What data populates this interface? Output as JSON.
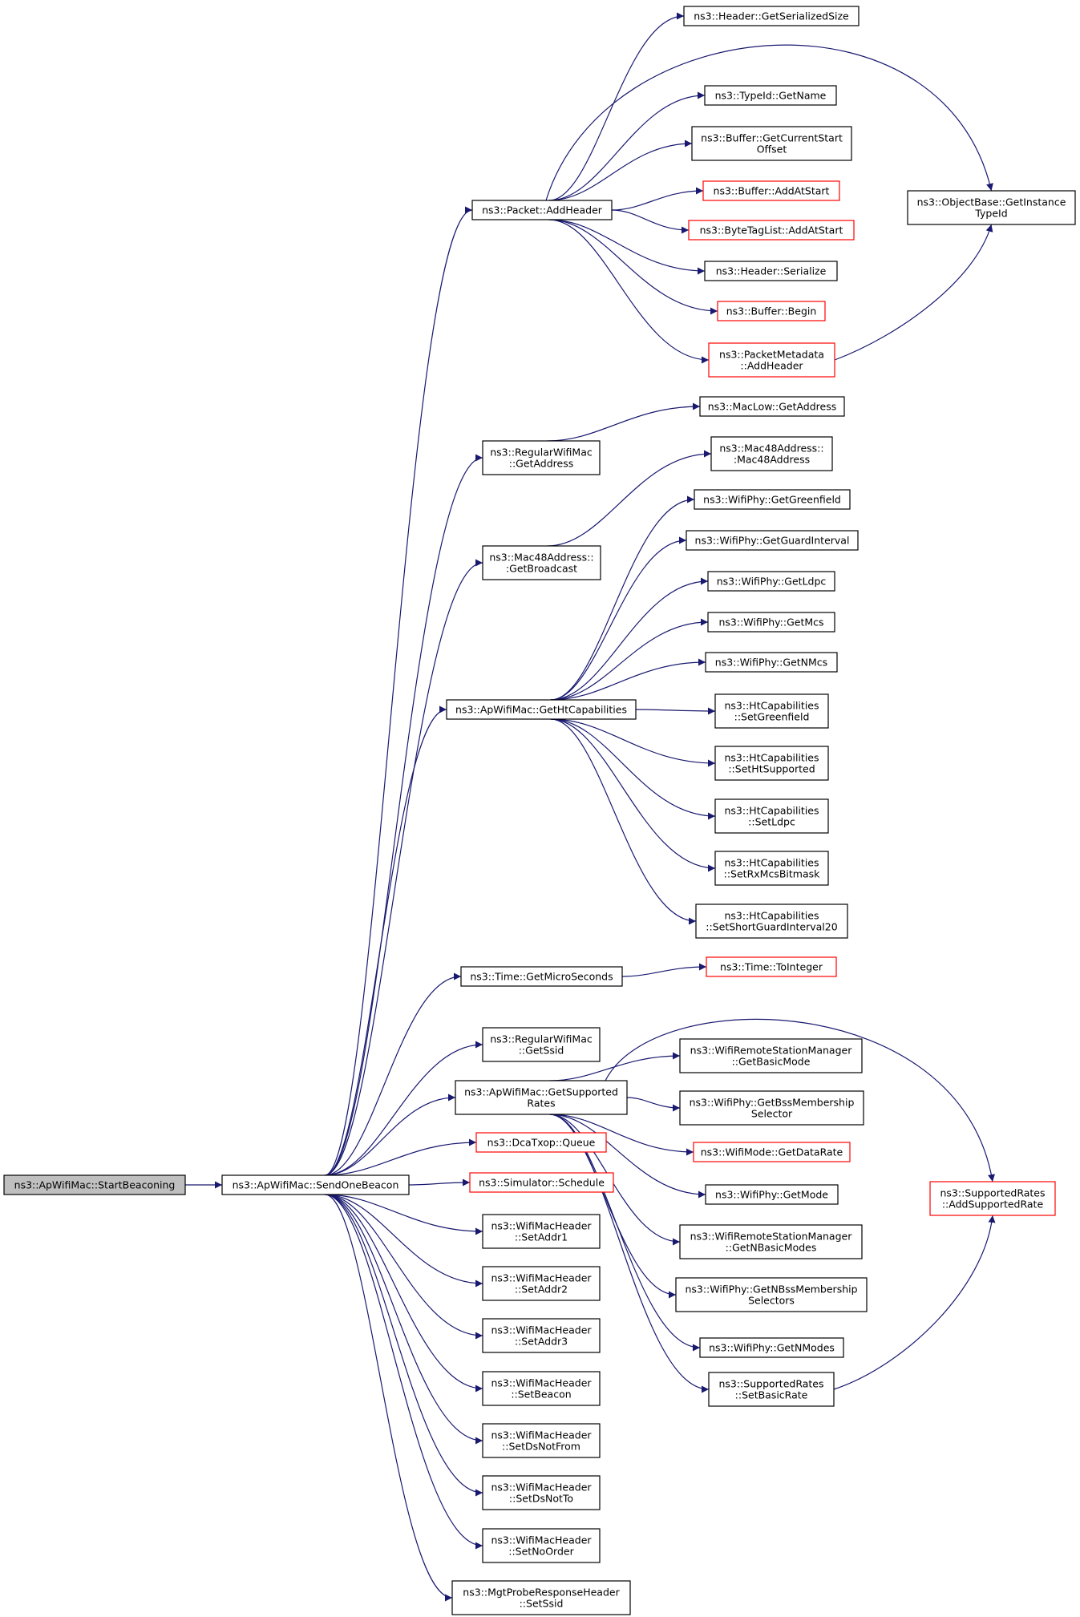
{
  "colors": {
    "edge": "#191970",
    "normal_border": "#000000",
    "red_border": "#ff0000",
    "root_fill": "#bfbfbf"
  },
  "nodes": [
    {
      "id": "n0",
      "lines": [
        "ns3::ApWifiMac::StartBeaconing"
      ],
      "style": "root"
    },
    {
      "id": "n1",
      "lines": [
        "ns3::ApWifiMac::SendOneBeacon"
      ],
      "style": "normal"
    },
    {
      "id": "n2",
      "lines": [
        "ns3::Packet::AddHeader"
      ],
      "style": "normal"
    },
    {
      "id": "n3",
      "lines": [
        "ns3::RegularWifiMac",
        "::GetAddress"
      ],
      "style": "normal"
    },
    {
      "id": "n4",
      "lines": [
        "ns3::Mac48Address::",
        ":GetBroadcast"
      ],
      "style": "normal"
    },
    {
      "id": "n5",
      "lines": [
        "ns3::ApWifiMac::GetHtCapabilities"
      ],
      "style": "normal"
    },
    {
      "id": "n6",
      "lines": [
        "ns3::Time::GetMicroSeconds"
      ],
      "style": "normal"
    },
    {
      "id": "n7",
      "lines": [
        "ns3::RegularWifiMac",
        "::GetSsid"
      ],
      "style": "normal"
    },
    {
      "id": "n8",
      "lines": [
        "ns3::ApWifiMac::GetSupported",
        "Rates"
      ],
      "style": "normal"
    },
    {
      "id": "n9",
      "lines": [
        "ns3::DcaTxop::Queue"
      ],
      "style": "red"
    },
    {
      "id": "n10",
      "lines": [
        "ns3::Simulator::Schedule"
      ],
      "style": "red"
    },
    {
      "id": "n11",
      "lines": [
        "ns3::WifiMacHeader",
        "::SetAddr1"
      ],
      "style": "normal"
    },
    {
      "id": "n12",
      "lines": [
        "ns3::WifiMacHeader",
        "::SetAddr2"
      ],
      "style": "normal"
    },
    {
      "id": "n13",
      "lines": [
        "ns3::WifiMacHeader",
        "::SetAddr3"
      ],
      "style": "normal"
    },
    {
      "id": "n14",
      "lines": [
        "ns3::WifiMacHeader",
        "::SetBeacon"
      ],
      "style": "normal"
    },
    {
      "id": "n15",
      "lines": [
        "ns3::WifiMacHeader",
        "::SetDsNotFrom"
      ],
      "style": "normal"
    },
    {
      "id": "n16",
      "lines": [
        "ns3::WifiMacHeader",
        "::SetDsNotTo"
      ],
      "style": "normal"
    },
    {
      "id": "n17",
      "lines": [
        "ns3::WifiMacHeader",
        "::SetNoOrder"
      ],
      "style": "normal"
    },
    {
      "id": "n18",
      "lines": [
        "ns3::MgtProbeResponseHeader",
        "::SetSsid"
      ],
      "style": "normal"
    },
    {
      "id": "n19",
      "lines": [
        "ns3::Header::GetSerializedSize"
      ],
      "style": "normal"
    },
    {
      "id": "n20",
      "lines": [
        "ns3::ObjectBase::GetInstance",
        "TypeId"
      ],
      "style": "normal"
    },
    {
      "id": "n21",
      "lines": [
        "ns3::TypeId::GetName"
      ],
      "style": "normal"
    },
    {
      "id": "n22",
      "lines": [
        "ns3::Buffer::GetCurrentStart",
        "Offset"
      ],
      "style": "normal"
    },
    {
      "id": "n23",
      "lines": [
        "ns3::Buffer::AddAtStart"
      ],
      "style": "red"
    },
    {
      "id": "n24",
      "lines": [
        "ns3::ByteTagList::AddAtStart"
      ],
      "style": "red"
    },
    {
      "id": "n25",
      "lines": [
        "ns3::Header::Serialize"
      ],
      "style": "normal"
    },
    {
      "id": "n26",
      "lines": [
        "ns3::Buffer::Begin"
      ],
      "style": "red"
    },
    {
      "id": "n27",
      "lines": [
        "ns3::PacketMetadata",
        "::AddHeader"
      ],
      "style": "red"
    },
    {
      "id": "n28",
      "lines": [
        "ns3::MacLow::GetAddress"
      ],
      "style": "normal"
    },
    {
      "id": "n29",
      "lines": [
        "ns3::Mac48Address::",
        ":Mac48Address"
      ],
      "style": "normal"
    },
    {
      "id": "n30",
      "lines": [
        "ns3::WifiPhy::GetGreenfield"
      ],
      "style": "normal"
    },
    {
      "id": "n31",
      "lines": [
        "ns3::WifiPhy::GetGuardInterval"
      ],
      "style": "normal"
    },
    {
      "id": "n32",
      "lines": [
        "ns3::WifiPhy::GetLdpc"
      ],
      "style": "normal"
    },
    {
      "id": "n33",
      "lines": [
        "ns3::WifiPhy::GetMcs"
      ],
      "style": "normal"
    },
    {
      "id": "n34",
      "lines": [
        "ns3::WifiPhy::GetNMcs"
      ],
      "style": "normal"
    },
    {
      "id": "n35",
      "lines": [
        "ns3::HtCapabilities",
        "::SetGreenfield"
      ],
      "style": "normal"
    },
    {
      "id": "n36",
      "lines": [
        "ns3::HtCapabilities",
        "::SetHtSupported"
      ],
      "style": "normal"
    },
    {
      "id": "n37",
      "lines": [
        "ns3::HtCapabilities",
        "::SetLdpc"
      ],
      "style": "normal"
    },
    {
      "id": "n38",
      "lines": [
        "ns3::HtCapabilities",
        "::SetRxMcsBitmask"
      ],
      "style": "normal"
    },
    {
      "id": "n39",
      "lines": [
        "ns3::HtCapabilities",
        "::SetShortGuardInterval20"
      ],
      "style": "normal"
    },
    {
      "id": "n40",
      "lines": [
        "ns3::Time::ToInteger"
      ],
      "style": "red"
    },
    {
      "id": "n41",
      "lines": [
        "ns3::SupportedRates",
        "::AddSupportedRate"
      ],
      "style": "red"
    },
    {
      "id": "n42",
      "lines": [
        "ns3::WifiRemoteStationManager",
        "::GetBasicMode"
      ],
      "style": "normal"
    },
    {
      "id": "n43",
      "lines": [
        "ns3::WifiPhy::GetBssMembership",
        "Selector"
      ],
      "style": "normal"
    },
    {
      "id": "n44",
      "lines": [
        "ns3::WifiMode::GetDataRate"
      ],
      "style": "red"
    },
    {
      "id": "n45",
      "lines": [
        "ns3::WifiPhy::GetMode"
      ],
      "style": "normal"
    },
    {
      "id": "n46",
      "lines": [
        "ns3::WifiRemoteStationManager",
        "::GetNBasicModes"
      ],
      "style": "normal"
    },
    {
      "id": "n47",
      "lines": [
        "ns3::WifiPhy::GetNBssMembership",
        "Selectors"
      ],
      "style": "normal"
    },
    {
      "id": "n48",
      "lines": [
        "ns3::WifiPhy::GetNModes"
      ],
      "style": "normal"
    },
    {
      "id": "n49",
      "lines": [
        "ns3::SupportedRates",
        "::SetBasicRate"
      ],
      "style": "normal"
    }
  ],
  "edges": [
    [
      "n0",
      "n1"
    ],
    [
      "n1",
      "n2"
    ],
    [
      "n1",
      "n3"
    ],
    [
      "n1",
      "n4"
    ],
    [
      "n1",
      "n5"
    ],
    [
      "n1",
      "n6"
    ],
    [
      "n1",
      "n7"
    ],
    [
      "n1",
      "n8"
    ],
    [
      "n1",
      "n9"
    ],
    [
      "n1",
      "n10"
    ],
    [
      "n1",
      "n11"
    ],
    [
      "n1",
      "n12"
    ],
    [
      "n1",
      "n13"
    ],
    [
      "n1",
      "n14"
    ],
    [
      "n1",
      "n15"
    ],
    [
      "n1",
      "n16"
    ],
    [
      "n1",
      "n17"
    ],
    [
      "n1",
      "n18"
    ],
    [
      "n2",
      "n19"
    ],
    [
      "n2",
      "n20"
    ],
    [
      "n2",
      "n21"
    ],
    [
      "n2",
      "n22"
    ],
    [
      "n2",
      "n23"
    ],
    [
      "n2",
      "n24"
    ],
    [
      "n2",
      "n25"
    ],
    [
      "n2",
      "n26"
    ],
    [
      "n2",
      "n27"
    ],
    [
      "n27",
      "n20"
    ],
    [
      "n3",
      "n28"
    ],
    [
      "n4",
      "n29"
    ],
    [
      "n5",
      "n30"
    ],
    [
      "n5",
      "n31"
    ],
    [
      "n5",
      "n32"
    ],
    [
      "n5",
      "n33"
    ],
    [
      "n5",
      "n34"
    ],
    [
      "n5",
      "n35"
    ],
    [
      "n5",
      "n36"
    ],
    [
      "n5",
      "n37"
    ],
    [
      "n5",
      "n38"
    ],
    [
      "n5",
      "n39"
    ],
    [
      "n6",
      "n40"
    ],
    [
      "n8",
      "n41"
    ],
    [
      "n8",
      "n42"
    ],
    [
      "n8",
      "n43"
    ],
    [
      "n8",
      "n44"
    ],
    [
      "n8",
      "n45"
    ],
    [
      "n8",
      "n46"
    ],
    [
      "n8",
      "n47"
    ],
    [
      "n8",
      "n48"
    ],
    [
      "n8",
      "n49"
    ],
    [
      "n49",
      "n41"
    ]
  ]
}
